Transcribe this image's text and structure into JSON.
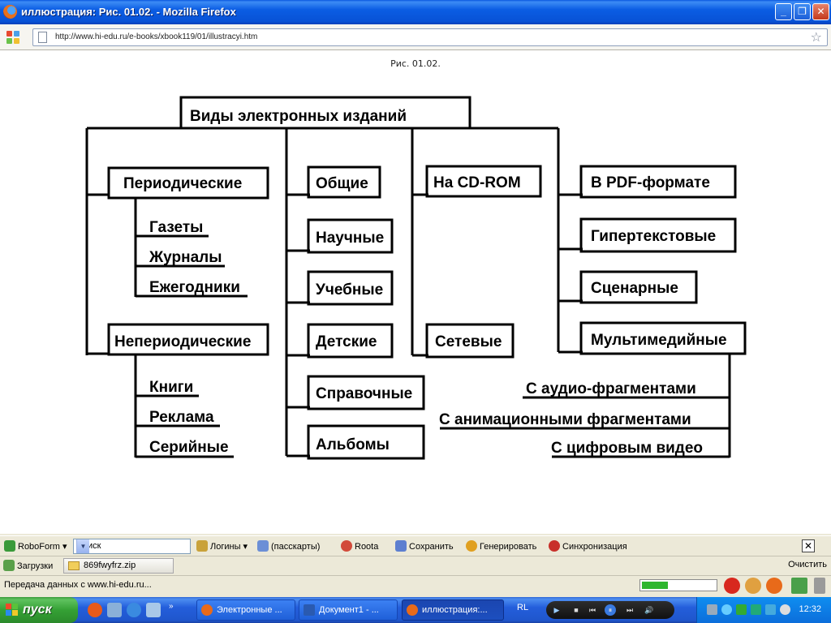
{
  "window": {
    "title": "иллюстрация: Рис. 01.02. - Mozilla Firefox",
    "buttons": [
      "_",
      "❐",
      "✕"
    ]
  },
  "navbar": {
    "url": "http://www.hi-edu.ru/e-books/xbook119/01/illustracyi.htm"
  },
  "page": {
    "caption": "Рис. 01.02."
  },
  "diagram": {
    "root": "Виды электронных изданий",
    "periodic": "Периодические",
    "periodic_items": [
      "Газеты",
      "Журналы",
      "Ежегодники"
    ],
    "nonperiodic": "Непериодические",
    "nonperiodic_items": [
      "Книги",
      "Реклама",
      "Серийные"
    ],
    "col2": [
      "Общие",
      "Научные",
      "Учебные",
      "Детские",
      "Справочные",
      "Альбомы"
    ],
    "col3": [
      "На CD-ROM",
      "Сетевые"
    ],
    "col4": [
      "В PDF-формате",
      "Гипертекстовые",
      "Сценарные",
      "Мультимедийные"
    ],
    "multimedia_items": [
      "С аудио-фрагментами",
      "С анимационными фрагментами",
      "С цифровым видео"
    ]
  },
  "roboform": {
    "brand": "RoboForm",
    "search_value": "Поиск",
    "logins": "Логины",
    "passcards": "(пасскарты)",
    "roota": "Roota",
    "save": "Сохранить",
    "generate": "Генерировать",
    "sync": "Синхронизация",
    "close": "✕"
  },
  "downloads": {
    "label": "Загрузки",
    "file": "869fwyfrz.zip",
    "clear": "Очистить"
  },
  "status": {
    "text": "Передача данных с www.hi-edu.ru...",
    "progress": 0.35
  },
  "taskbar": {
    "start": "пуск",
    "tasks": [
      "Электронные ...",
      "Документ1 - ...",
      "иллюстрация:..."
    ],
    "lang": "RL",
    "clock": "12:32"
  }
}
